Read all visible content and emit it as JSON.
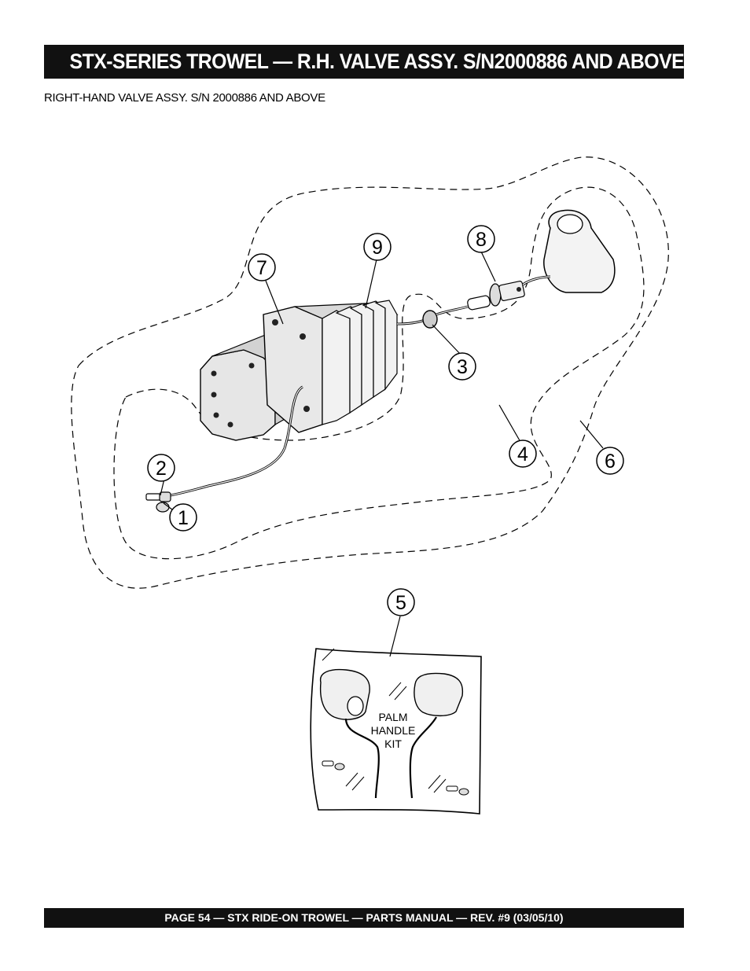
{
  "header": {
    "title": "STX-SERIES TROWEL — R.H. VALVE ASSY. S/N2000886 AND ABOVE"
  },
  "subtitle": "RIGHT-HAND VALVE ASSY.  S/N 2000886 AND ABOVE",
  "callouts": {
    "c1": "1",
    "c2": "2",
    "c3": "3",
    "c4": "4",
    "c5": "5",
    "c6": "6",
    "c7": "7",
    "c8": "8",
    "c9": "9"
  },
  "kit_label": {
    "line1": "PALM",
    "line2": "HANDLE",
    "line3": "KIT"
  },
  "footer": {
    "text": "PAGE 54 — STX RIDE-ON TROWEL — PARTS  MANUAL — REV. #9 (03/05/10)"
  }
}
